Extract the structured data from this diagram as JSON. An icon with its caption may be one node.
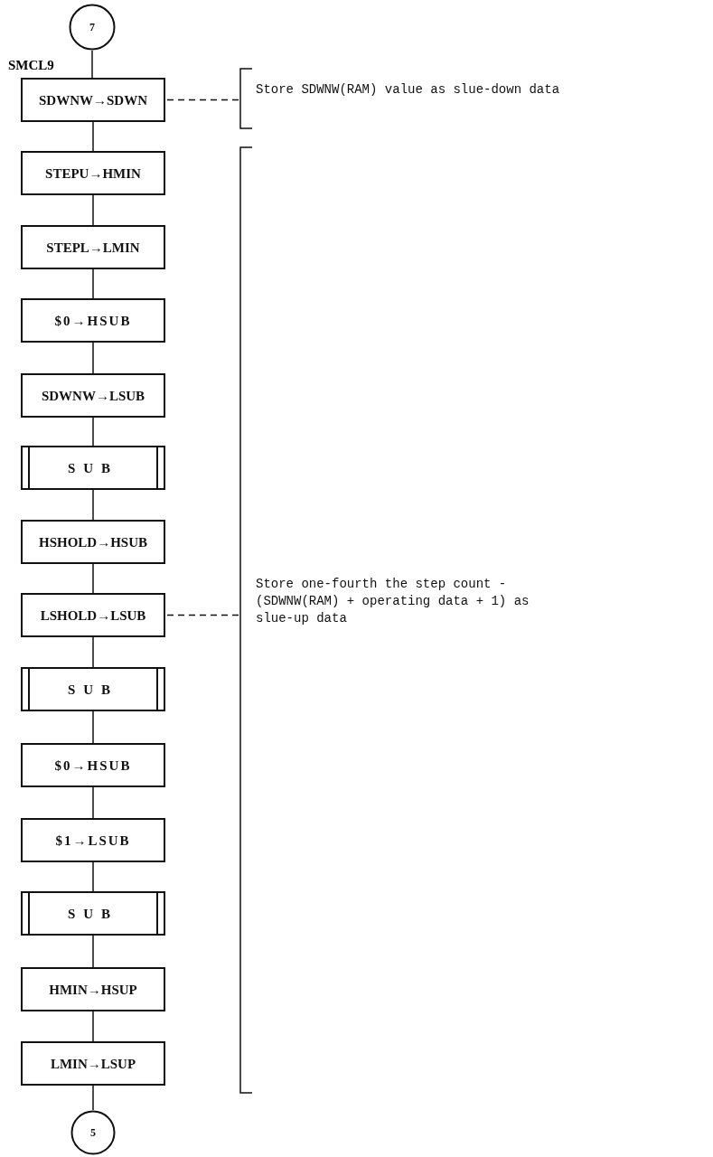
{
  "diagram": {
    "nodes": [
      {
        "text": [
          "7"
        ]
      },
      {
        "text": [
          "SDWNW→SDWN"
        ],
        "beside": [
          "SMCL9"
        ]
      },
      {
        "text": [
          "STEPU→HMIN"
        ]
      },
      {
        "text": [
          "STEPL→LMIN"
        ]
      },
      {
        "text": [
          "$0→HSUB"
        ]
      },
      {
        "text": [
          "SDWNW→LSUB"
        ]
      },
      {
        "text": [
          "SUB"
        ]
      },
      {
        "text": [
          "HSHOLD→HSUB"
        ]
      },
      {
        "text": [
          "LSHOLD→LSUB"
        ]
      },
      {
        "text": [
          "SUB"
        ]
      },
      {
        "text": [
          "$0→HSUB"
        ]
      },
      {
        "text": [
          "$1→LSUB"
        ]
      },
      {
        "text": [
          "SUB"
        ]
      },
      {
        "text": [
          "HMIN→HSUP"
        ]
      },
      {
        "text": [
          "LMIN→LSUP"
        ]
      },
      {
        "text": [
          "5"
        ]
      },
      {
        "text": [
          "Store SDWNW(RAM) value as slue-down data"
        ]
      },
      {
        "text": [
          "Store one-fourth the step count - (SDWNW(RAM) + operating data + 1) as slue-up data"
        ]
      }
    ],
    "edges": [
      {
        "from": 0,
        "to": 1,
        "arrow": "none"
      },
      {
        "from": 1,
        "to": 2,
        "arrow": "none"
      },
      {
        "from": 2,
        "to": 3,
        "arrow": "none"
      },
      {
        "from": 3,
        "to": 4,
        "arrow": "none"
      },
      {
        "from": 4,
        "to": 5,
        "arrow": "none"
      },
      {
        "from": 5,
        "to": 6,
        "arrow": "none"
      },
      {
        "from": 6,
        "to": 7,
        "arrow": "none"
      },
      {
        "from": 7,
        "to": 8,
        "arrow": "none"
      },
      {
        "from": 8,
        "to": 9,
        "arrow": "none"
      },
      {
        "from": 9,
        "to": 10,
        "arrow": "none"
      },
      {
        "from": 10,
        "to": 11,
        "arrow": "none"
      },
      {
        "from": 11,
        "to": 12,
        "arrow": "none"
      },
      {
        "from": 12,
        "to": 13,
        "arrow": "none"
      },
      {
        "from": 13,
        "to": 14,
        "arrow": "none"
      },
      {
        "from": 14,
        "to": 15,
        "arrow": "none"
      },
      {
        "from": 1,
        "to": 16,
        "arrow": "none",
        "style": "dashed"
      },
      {
        "from": 8,
        "to": 17,
        "arrow": "none",
        "style": "dashed"
      }
    ]
  }
}
